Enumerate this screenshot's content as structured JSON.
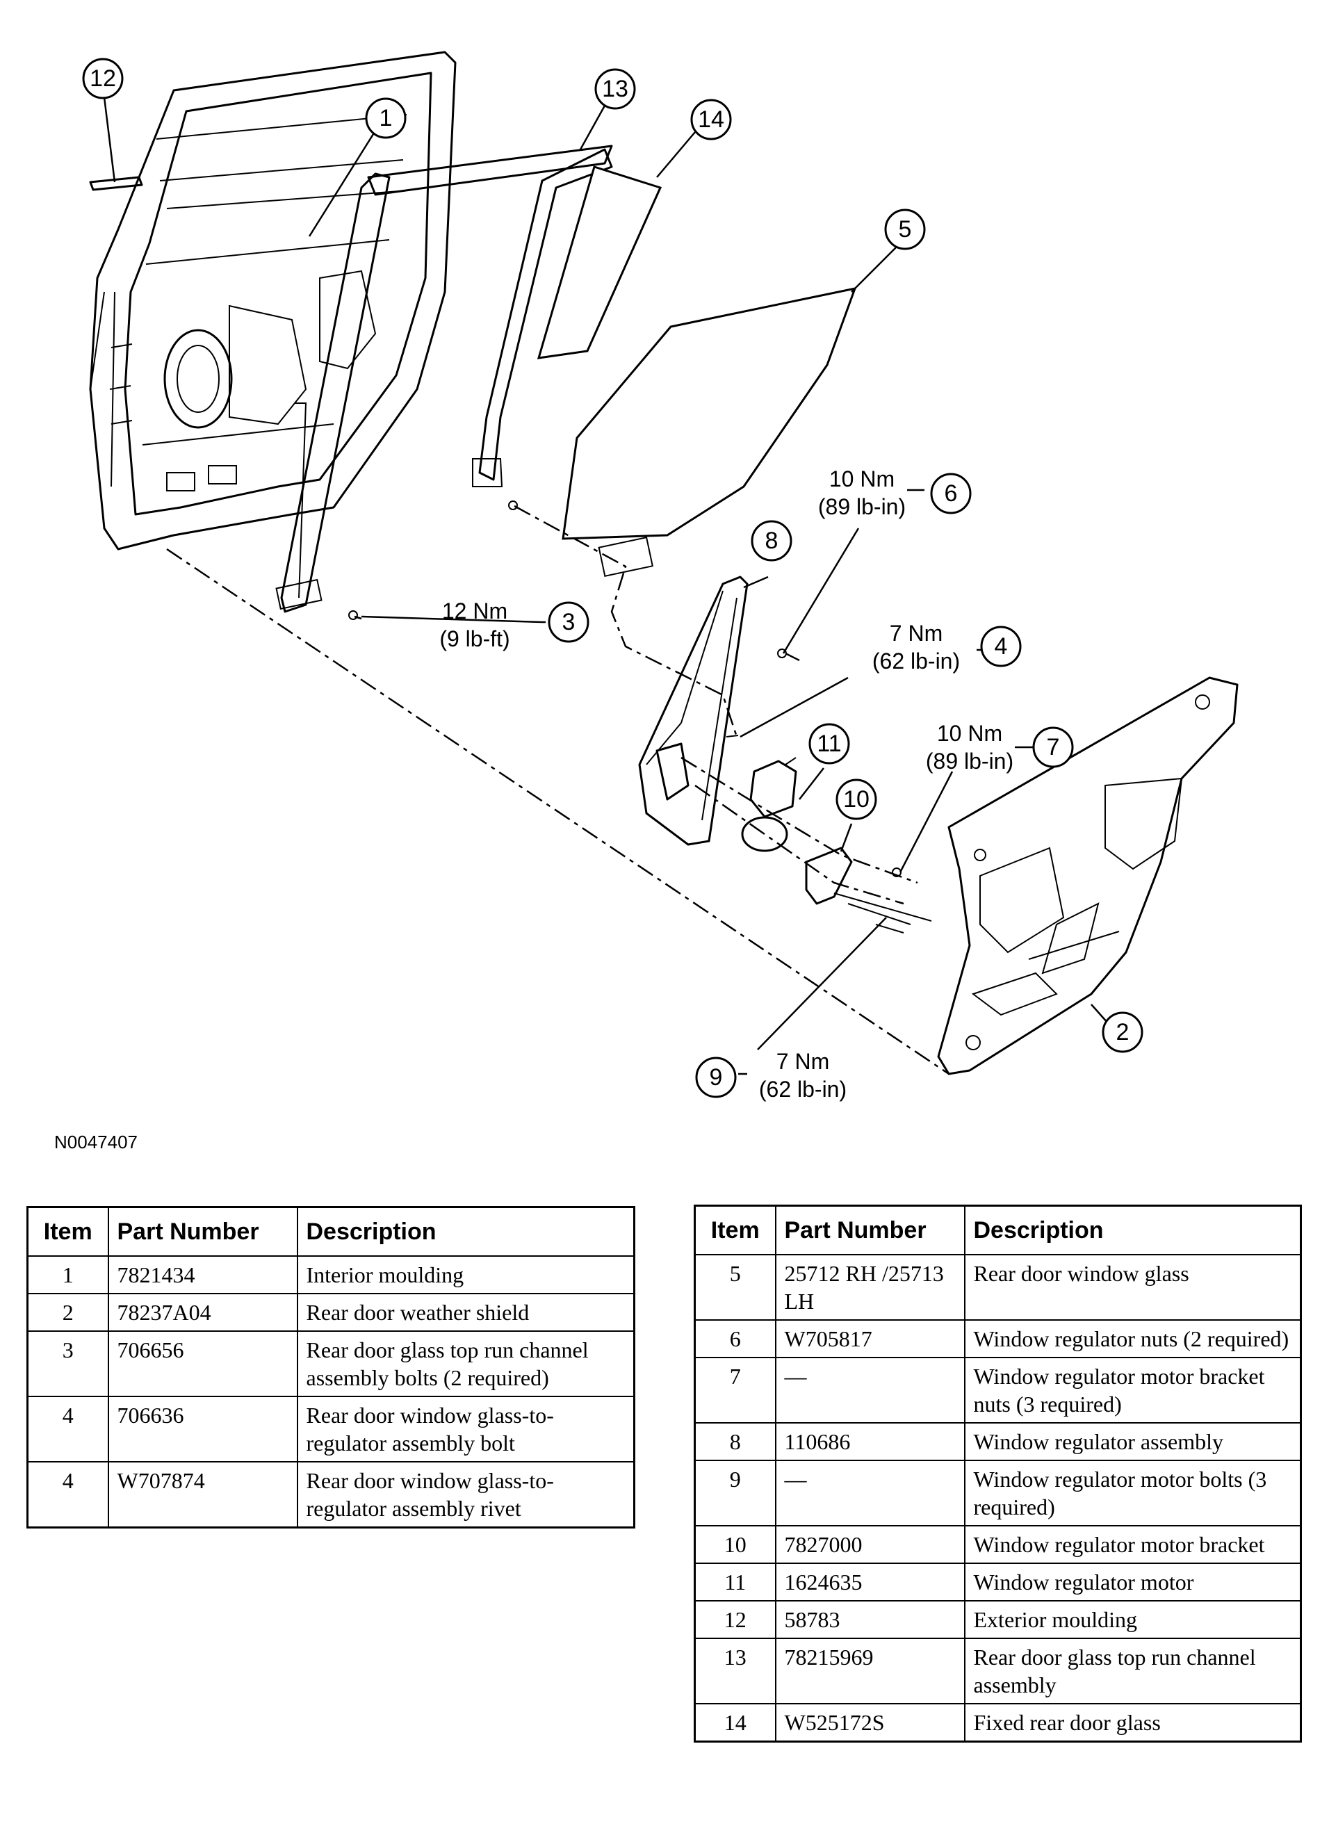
{
  "figure_id": "N0047407",
  "callouts": {
    "c1": "1",
    "c2": "2",
    "c3": "3",
    "c4": "4",
    "c5": "5",
    "c6": "6",
    "c7": "7",
    "c8": "8",
    "c9": "9",
    "c10": "10",
    "c11": "11",
    "c12": "12",
    "c13": "13",
    "c14": "14"
  },
  "torque_specs": {
    "t3": {
      "metric": "12 Nm",
      "imperial": "(9 lb-ft)"
    },
    "t4": {
      "metric": "7 Nm",
      "imperial": "(62 lb-in)"
    },
    "t6": {
      "metric": "10 Nm",
      "imperial": "(89 lb-in)"
    },
    "t7": {
      "metric": "10 Nm",
      "imperial": "(89 lb-in)"
    },
    "t9": {
      "metric": "7 Nm",
      "imperial": "(62 lb-in)"
    }
  },
  "table_headers": {
    "item": "Item",
    "part_number": "Part Number",
    "description": "Description"
  },
  "parts_left": [
    {
      "item": "1",
      "part_number": "7821434",
      "description": "Interior moulding"
    },
    {
      "item": "2",
      "part_number": "78237A04",
      "description": "Rear door weather shield"
    },
    {
      "item": "3",
      "part_number": "706656",
      "description": "Rear door glass top run channel assembly bolts (2 required)"
    },
    {
      "item": "4",
      "part_number": "706636",
      "description": "Rear door window glass-to-regulator assembly bolt"
    },
    {
      "item": "4",
      "part_number": "W707874",
      "description": "Rear door window glass-to-regulator assembly rivet"
    }
  ],
  "parts_right": [
    {
      "item": "5",
      "part_number": "25712 RH /25713 LH",
      "description": "Rear door window glass"
    },
    {
      "item": "6",
      "part_number": "W705817",
      "description": "Window regulator nuts (2 required)"
    },
    {
      "item": "7",
      "part_number": "—",
      "description": "Window regulator motor bracket nuts (3 required)"
    },
    {
      "item": "8",
      "part_number": "110686",
      "description": "Window regulator assembly"
    },
    {
      "item": "9",
      "part_number": "—",
      "description": "Window regulator motor bolts (3 required)"
    },
    {
      "item": "10",
      "part_number": "7827000",
      "description": "Window regulator motor bracket"
    },
    {
      "item": "11",
      "part_number": "1624635",
      "description": "Window regulator motor"
    },
    {
      "item": "12",
      "part_number": "58783",
      "description": "Exterior moulding"
    },
    {
      "item": "13",
      "part_number": "78215969",
      "description": "Rear door glass top run channel assembly"
    },
    {
      "item": "14",
      "part_number": "W525172S",
      "description": "Fixed rear door glass"
    }
  ]
}
